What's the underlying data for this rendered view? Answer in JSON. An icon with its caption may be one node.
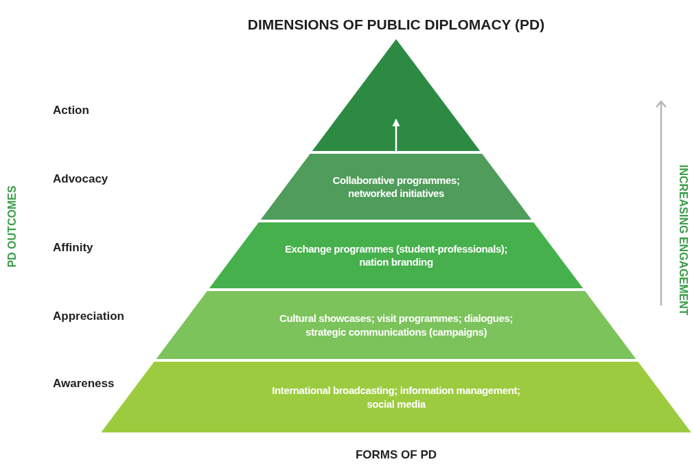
{
  "diagram": {
    "title": "DIMENSIONS OF PUBLIC DIPLOMACY (PD)",
    "nodes": [
      {
        "text": [],
        "shape": "triangle"
      },
      {
        "text": [
          "Collaborative programmes; networked initiatives"
        ]
      },
      {
        "text": [
          "Exchange programmes (student-professionals); nation branding"
        ]
      },
      {
        "text": [
          "Cultural showcases; visit programmes; dialogues; strategic communications (campaigns)"
        ]
      },
      {
        "text": [
          "International broadcasting; information management; social media"
        ]
      }
    ],
    "edges": [
      {
        "from": 1,
        "to": 0,
        "arrow": "to"
      }
    ],
    "labels": [
      "Action",
      "Advocacy",
      "Affinity",
      "Appreciation",
      "Awareness",
      "PD OUTCOMES",
      "INCREASING ENGAGEMENT",
      "FORMS OF PD"
    ]
  }
}
